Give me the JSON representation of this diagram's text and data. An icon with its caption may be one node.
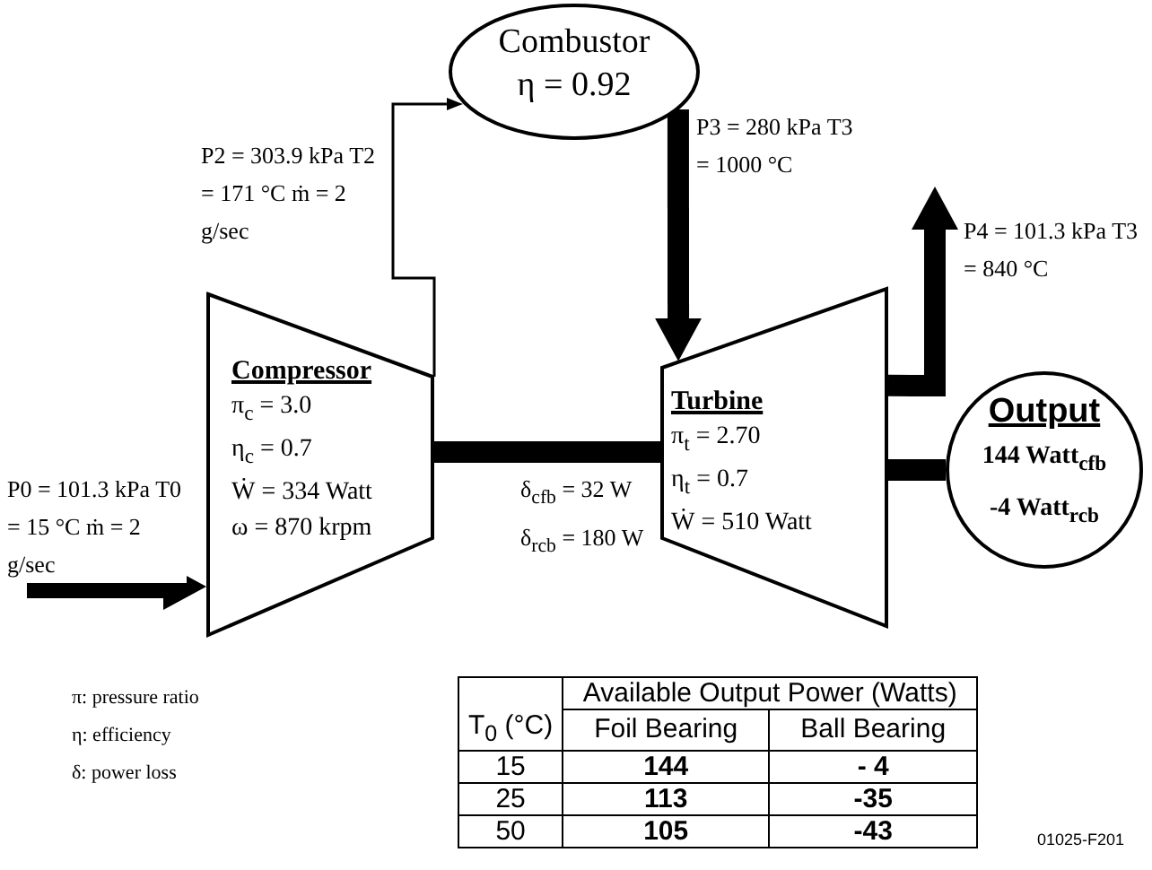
{
  "diagram": {
    "nodes": [
      {
        "text": [
          "Combustor",
          "η = 0.92"
        ]
      },
      {
        "text": [
          "Compressor",
          "π$_{c}$ = 3.0",
          "η$_{c}$ = 0.7",
          "Ẇ = 334 Watt",
          "ω = 870 krpm"
        ]
      },
      {
        "text": [
          "Turbine",
          "π$_{t}$ = 2.70",
          "η$_{t}$ = 0.7",
          "Ẇ = 510 Watt"
        ]
      },
      {
        "text": [
          "Output",
          "144 Watt$_{cfb}$",
          "-4 Watt$_{rcb}$"
        ]
      }
    ],
    "edges": [
      {
        "from": null,
        "to": 1,
        "arrow": "to",
        "label": "P0 = 101.3 kPa T0 = 15 °C ṁ = 2 g/sec"
      },
      {
        "from": 1,
        "to": 0,
        "arrow": "to",
        "label": "P2 = 303.9 kPa T2 = 171 °C ṁ = 2 g/sec"
      },
      {
        "from": 0,
        "to": 2,
        "arrow": "to",
        "label": "P3 = 280 kPa T3 = 1000 °C"
      },
      {
        "from": 2,
        "to": null,
        "arrow": "to",
        "label": "P4 = 101.3 kPa T3 = 840 °C"
      },
      {
        "from": 1,
        "to": 2,
        "arrow": "none",
        "label": "δ$_{cfb}$ = 32 W δ$_{rcb}$ = 180 W"
      },
      {
        "from": 2,
        "to": 3,
        "arrow": "none"
      }
    ],
    "labels": [
      "T$_{0}$ (°C)",
      "Available Output Power (Watts)",
      "Foil Bearing",
      "Ball Bearing",
      "15",
      "144",
      "- 4",
      "25",
      "113",
      "-35",
      "50",
      "105",
      "-43",
      "01025-F201"
    ],
    "legend": [
      {
        "text": "π: pressure ratio"
      },
      {
        "text": "η: efficiency"
      },
      {
        "text": "δ: power loss"
      }
    ]
  }
}
